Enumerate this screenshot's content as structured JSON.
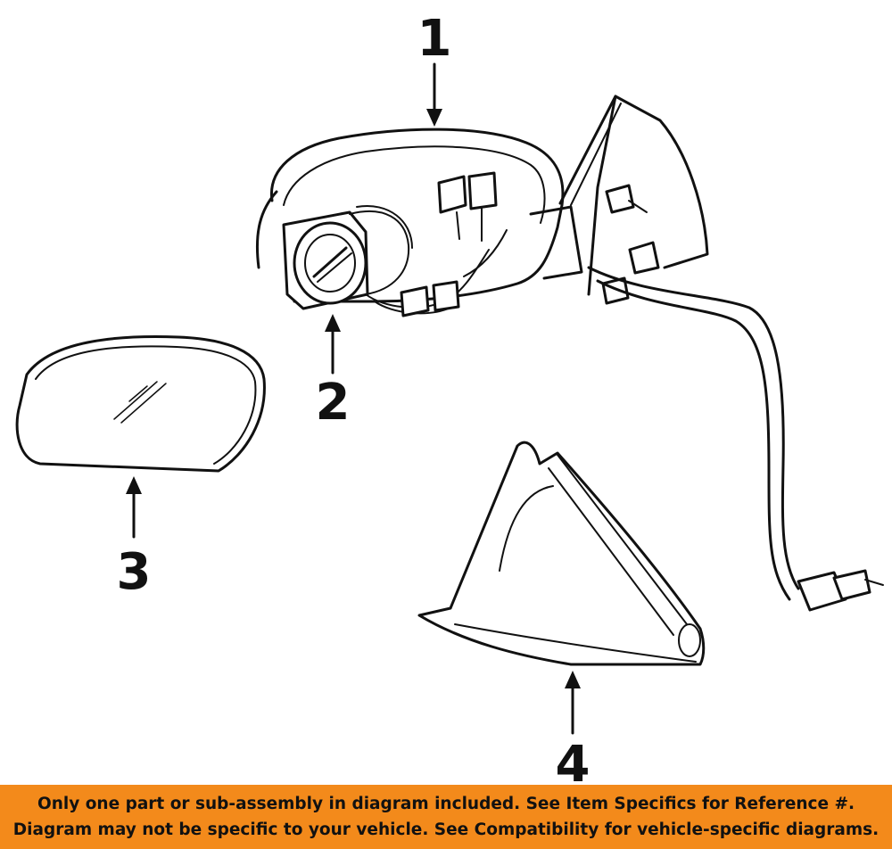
{
  "diagram": {
    "callouts": [
      {
        "id": "1",
        "label": "1"
      },
      {
        "id": "2",
        "label": "2"
      },
      {
        "id": "3",
        "label": "3"
      },
      {
        "id": "4",
        "label": "4"
      }
    ]
  },
  "banner": {
    "line1": "Only one part or sub-assembly in diagram included. See Item Specifics for Reference #.",
    "line2": "Diagram may not be specific to your vehicle. See Compatibility for vehicle-specific diagrams."
  },
  "colors": {
    "banner_background": "#f38a1b",
    "ink": "#111111",
    "background": "#ffffff"
  }
}
